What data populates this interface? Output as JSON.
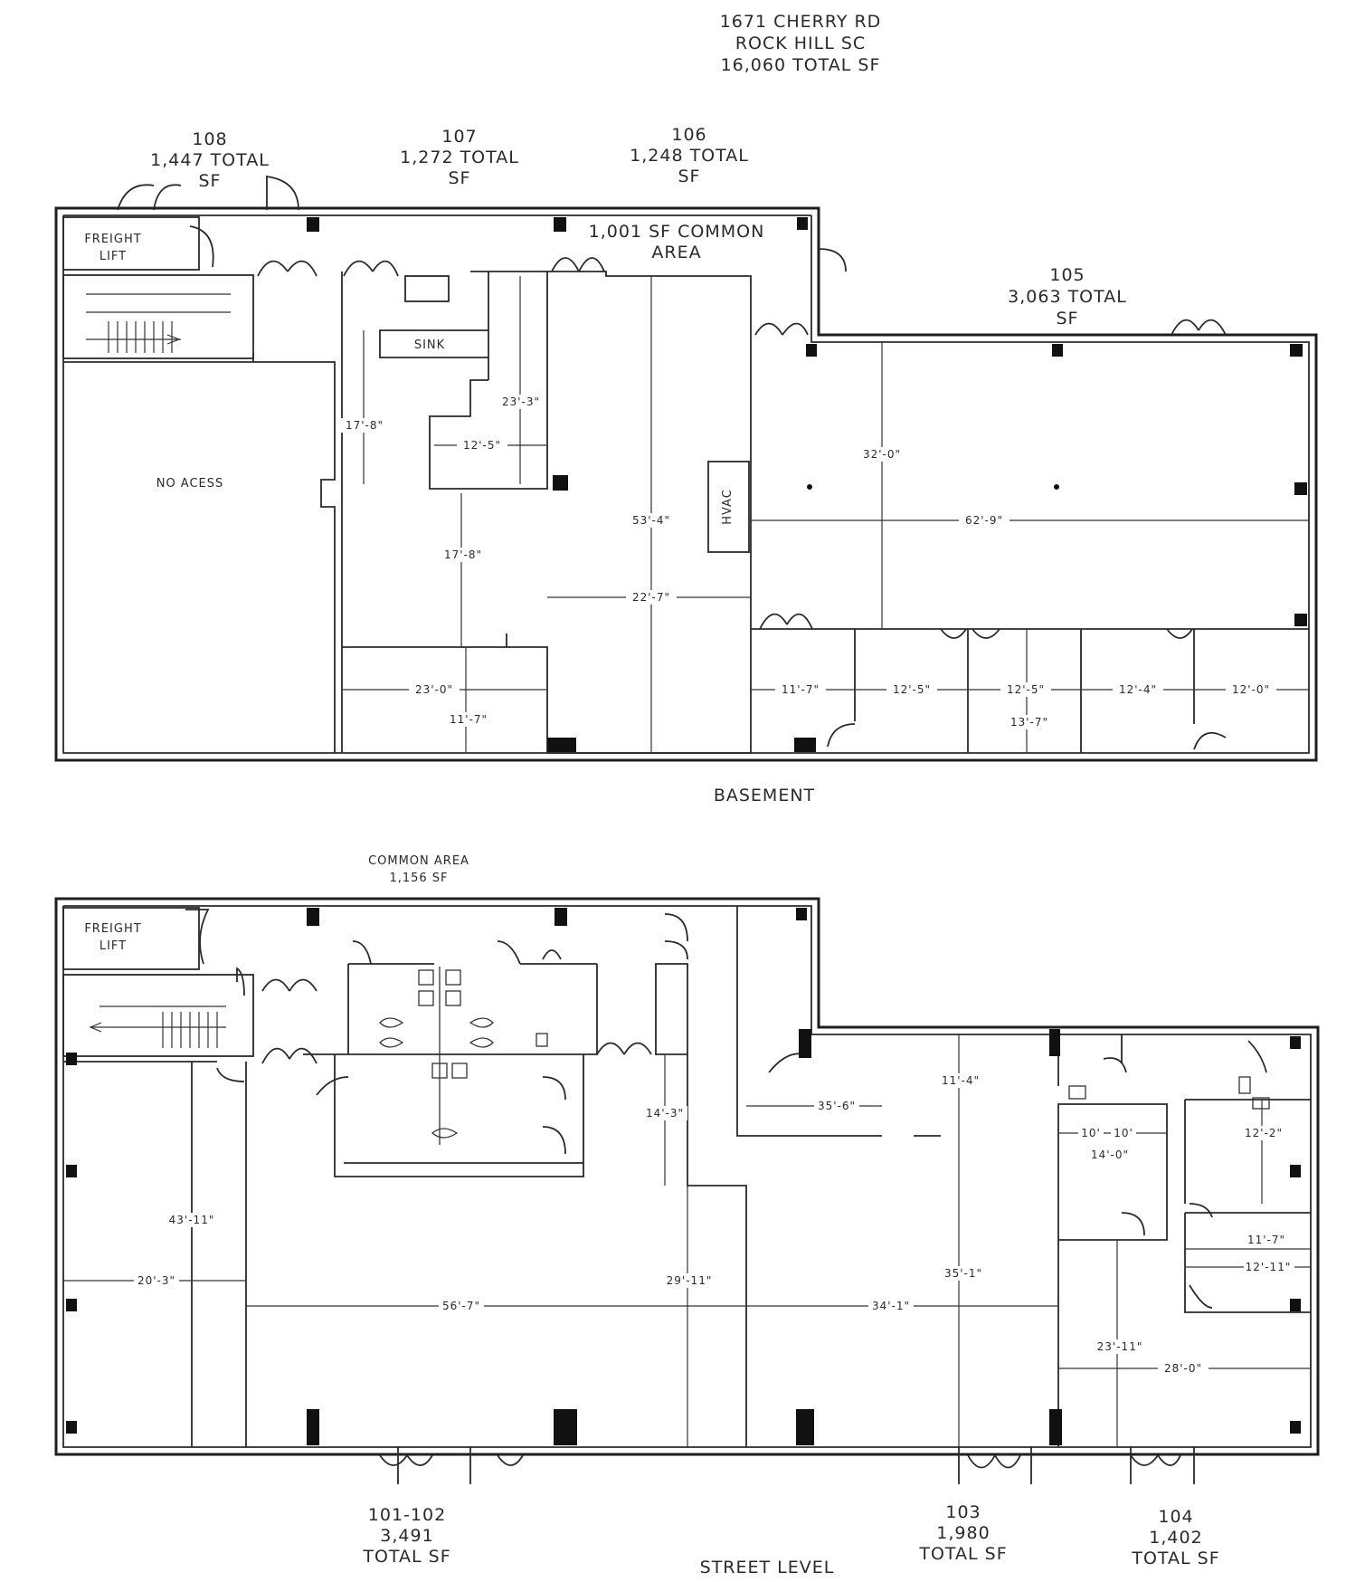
{
  "header": {
    "address": "1671 CHERRY RD",
    "city": "ROCK HILL SC",
    "total": "16,060 TOTAL SF"
  },
  "basement": {
    "title": "BASEMENT",
    "units": [
      {
        "number": "108",
        "area": "1,447 TOTAL",
        "unit": "SF"
      },
      {
        "number": "107",
        "area": "1,272 TOTAL",
        "unit": "SF"
      },
      {
        "number": "106",
        "area": "1,248 TOTAL",
        "unit": "SF"
      },
      {
        "number": "105",
        "area": "3,063 TOTAL",
        "unit": "SF"
      }
    ],
    "common_area": {
      "line1": "1,001 SF COMMON",
      "line2": "AREA"
    },
    "labels": {
      "freight1": "FREIGHT",
      "freight2": "LIFT",
      "sink": "SINK",
      "no_access": "NO ACESS",
      "hvac": "HVAC"
    },
    "dimensions": [
      "17'-8\"",
      "23'-3\"",
      "12'-5\"",
      "17'-8\"",
      "53'-4\"",
      "32'-0\"",
      "62'-9\"",
      "22'-7\"",
      "23'-0\"",
      "11'-7\"",
      "11'-7\"",
      "12'-5\"",
      "12'-5\"",
      "12'-4\"",
      "12'-0\"",
      "13'-7\""
    ]
  },
  "street_level": {
    "title": "STREET LEVEL",
    "common_area": {
      "line1": "COMMON AREA",
      "line2": "1,156 SF"
    },
    "labels": {
      "freight1": "FREIGHT",
      "freight2": "LIFT"
    },
    "units": [
      {
        "number": "101-102",
        "area": "3,491",
        "unit": "TOTAL SF"
      },
      {
        "number": "103",
        "area": "1,980",
        "unit": "TOTAL SF"
      },
      {
        "number": "104",
        "area": "1,402",
        "unit": "TOTAL SF"
      }
    ],
    "dimensions": [
      "14'-3\"",
      "11'-4\"",
      "35'-6\"",
      "10'",
      "10'",
      "14'-0\"",
      "12'-2\"",
      "43'-11\"",
      "20'-3\"",
      "56'-7\"",
      "29'-11\"",
      "34'-1\"",
      "35'-1\"",
      "11'-7\"",
      "12'-11\"",
      "23'-11\"",
      "28'-0\""
    ]
  }
}
